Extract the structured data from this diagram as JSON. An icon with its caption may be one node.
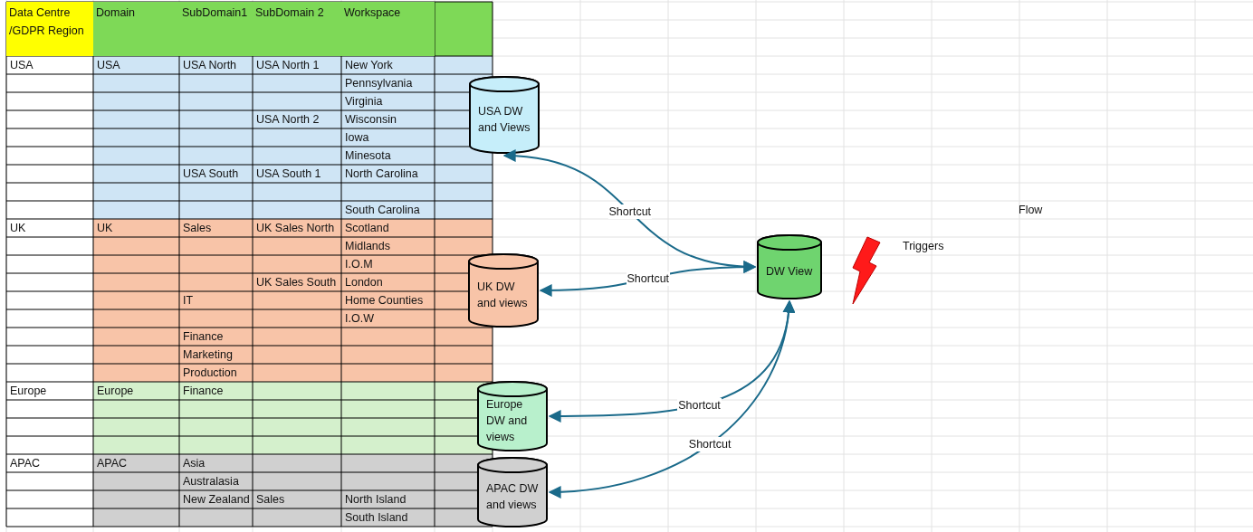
{
  "diagram": {
    "nodes": [
      {
        "text": [
          "USA DW and Views"
        ]
      },
      {
        "text": [
          "UK DW and views"
        ]
      },
      {
        "text": [
          "Europe DW and views"
        ]
      },
      {
        "text": [
          "APAC DW and views"
        ]
      },
      {
        "text": [
          "DW View"
        ]
      }
    ],
    "edges": [
      {
        "from": 4,
        "to": 0,
        "arrow": "both",
        "label": "Shortcut"
      },
      {
        "from": 4,
        "to": 1,
        "arrow": "both",
        "label": "Shortcut"
      },
      {
        "from": 4,
        "to": 2,
        "arrow": "both",
        "label": "Shortcut"
      },
      {
        "from": 4,
        "to": 3,
        "arrow": "both",
        "label": "Shortcut"
      }
    ],
    "labels": [
      "Data Centre /GDPR Region",
      "Domain",
      "SubDomain1",
      "SubDomain 2",
      "Workspace",
      "USA",
      "USA",
      "USA North",
      "USA North 1",
      "New York",
      "Pennsylvania",
      "Virginia",
      "USA North  2",
      "Wisconsin",
      "Iowa",
      "Minesota",
      "USA South",
      "USA South 1",
      "North Carolina",
      "South Carolina",
      "UK",
      "UK",
      "Sales",
      "UK Sales North",
      "Scotland",
      "Midlands",
      "I.O.M",
      "UK Sales South",
      "London",
      "IT",
      "Home Counties",
      "I.O.W",
      "Finance",
      "Marketing",
      "Production",
      "Europe",
      "Europe",
      "Finance",
      "APAC",
      "APAC",
      "Asia",
      "Australasia",
      "New Zealand",
      "Sales",
      "North Island",
      "South Island",
      "Triggers",
      "Flow"
    ]
  }
}
